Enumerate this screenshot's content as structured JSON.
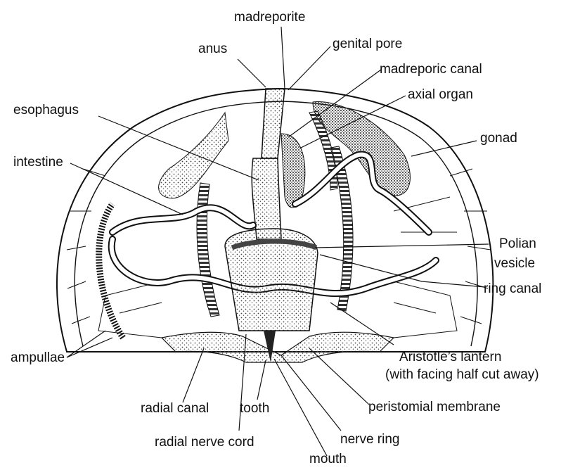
{
  "labels": {
    "madreporite": "madreporite",
    "anus": "anus",
    "genital_pore": "genital pore",
    "madreporic_canal": "madreporic canal",
    "axial_organ": "axial organ",
    "esophagus": "esophagus",
    "gonad": "gonad",
    "intestine": "intestine",
    "polian_line1": "Polian",
    "polian_line2": "vesicle",
    "ring_canal": "ring canal",
    "ampullae": "ampullae",
    "lantern_line1": "Aristotle’s lantern",
    "lantern_line2": "(with facing half cut away)",
    "radial_canal": "radial canal",
    "tooth": "tooth",
    "peristomial_membrane": "peristomial membrane",
    "radial_nerve_cord": "radial nerve cord",
    "nerve_ring": "nerve ring",
    "mouth": "mouth"
  },
  "colors": {
    "ink": "#111111",
    "stipple": "#555555",
    "fill": "#ffffff"
  }
}
